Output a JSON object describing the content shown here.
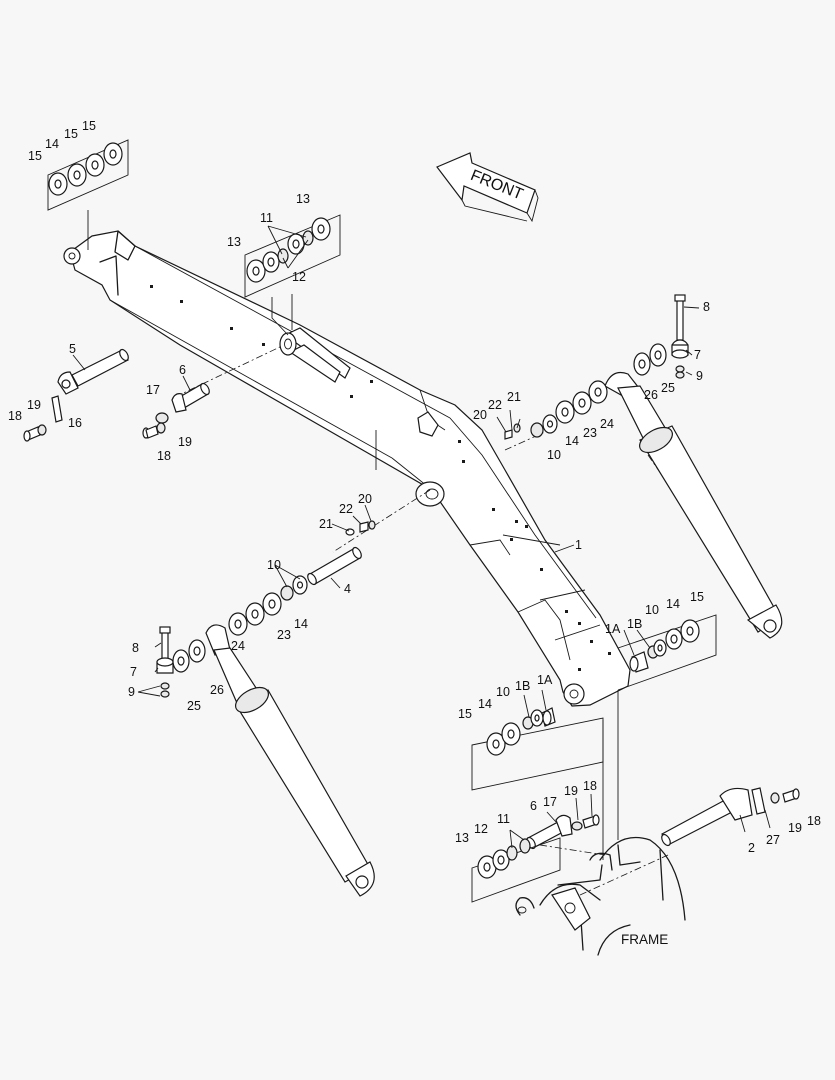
{
  "front_label": "FRONT",
  "frame_label": "FRAME",
  "callouts": {
    "c1": "1",
    "c1a_r": "1A",
    "c1b_r": "1B",
    "c1a_b": "1A",
    "c1b_b": "1B",
    "c2": "2",
    "c4": "4",
    "c5": "5",
    "c6_l": "6",
    "c6_b": "6",
    "c7_r": "7",
    "c7_l": "7",
    "c8_r": "8",
    "c8_l": "8",
    "c9_r": "9",
    "c9_l": "9",
    "c10_m": "10",
    "c10_r": "10",
    "c10_l": "10",
    "c10_b": "10",
    "c11_t": "11",
    "c11_b": "11",
    "c12_t": "12",
    "c12_b": "12",
    "c13_t1": "13",
    "c13_t2": "13",
    "c13_b": "13",
    "c14_tl": "14",
    "c14_m": "14",
    "c14_l": "14",
    "c14_r": "14",
    "c14_b": "14",
    "c15_tl1": "15",
    "c15_tl2": "15",
    "c15_r": "15",
    "c15_b": "15",
    "c16": "16",
    "c17_l": "17",
    "c17_b": "17",
    "c18_l1": "18",
    "c18_l2": "18",
    "c18_b": "18",
    "c18_br": "18",
    "c19_l1": "19",
    "c19_l2": "19",
    "c19_b": "19",
    "c19_br": "19",
    "c20_m": "20",
    "c20_c": "20",
    "c21_m": "21",
    "c21_c": "21",
    "c22_m": "22",
    "c22_c": "22",
    "c23_m": "23",
    "c23_l": "23",
    "c24_m": "24",
    "c24_l": "24",
    "c25_r": "25",
    "c25_l": "25",
    "c26_r": "26",
    "c26_l": "26",
    "c27": "27"
  }
}
